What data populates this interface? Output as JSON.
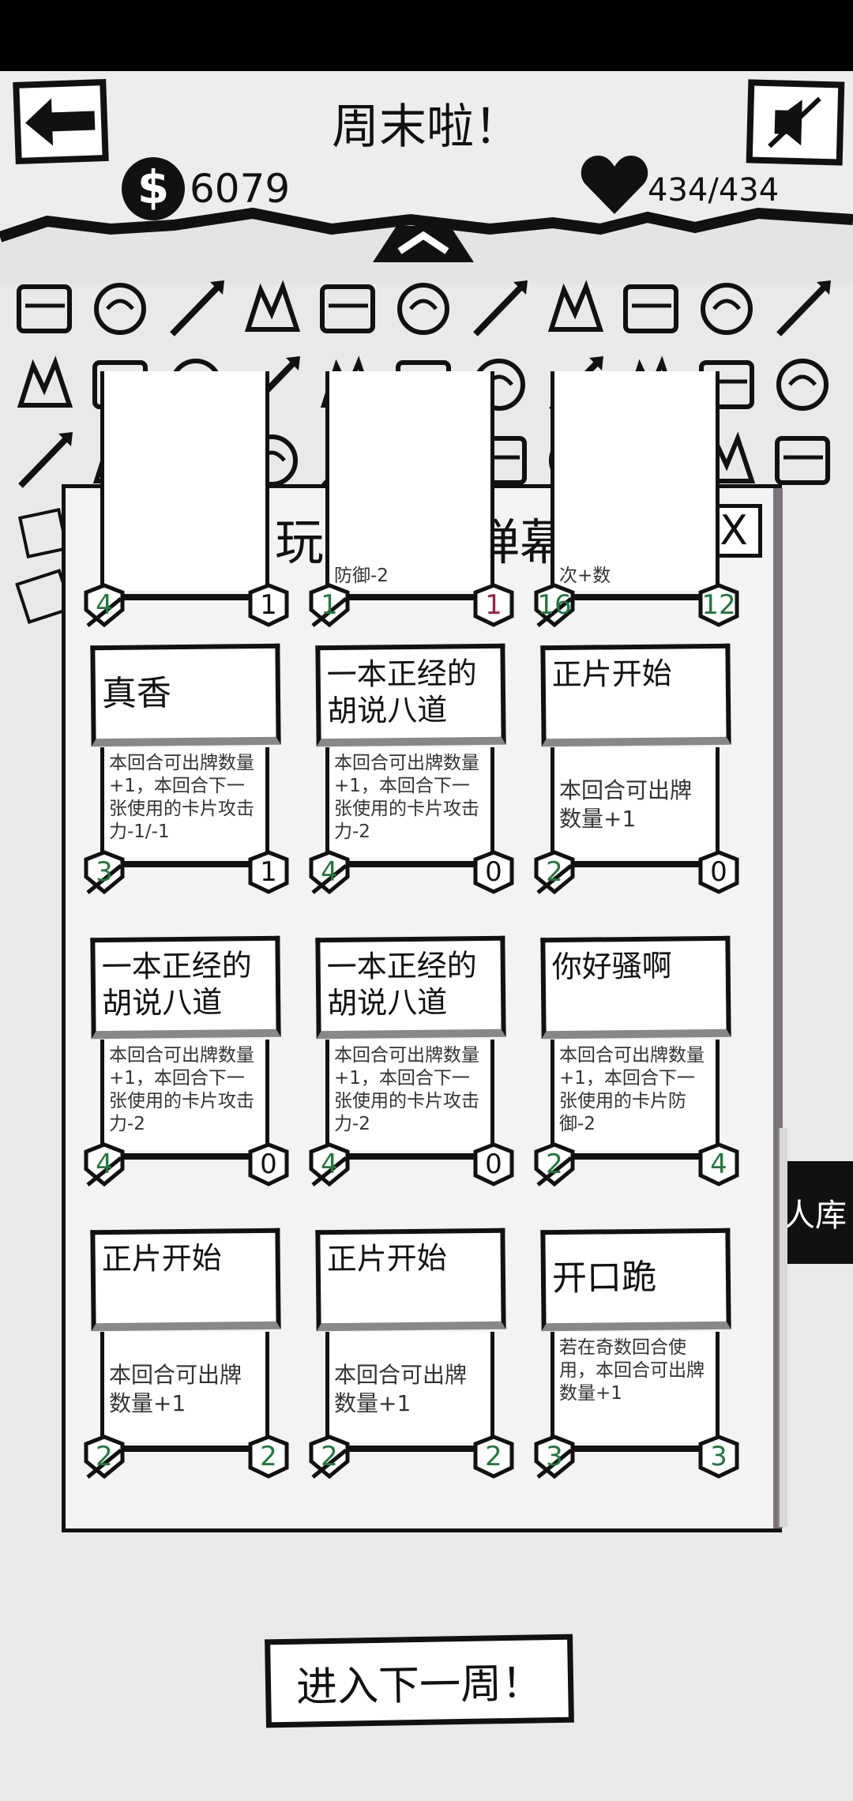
{
  "header": {
    "title": "周末啦！",
    "coins": "6079",
    "hp": "434/434"
  },
  "modal": {
    "title": "玩家拥有弹幕",
    "close_label": "X",
    "partial_row": [
      {
        "left": "4",
        "right": "1",
        "right_color": "black",
        "fragment": ""
      },
      {
        "left": "1",
        "right": "1",
        "right_color": "red",
        "fragment": "防御-2"
      },
      {
        "left": "16",
        "right": "12",
        "right_color": "green",
        "fragment": "次+数"
      }
    ],
    "cards": [
      {
        "name": "真香",
        "desc": "本回合可出牌数量+1，本回合下一张使用的卡片攻击力-1/-1",
        "left": "3",
        "right": "1",
        "right_color": "black"
      },
      {
        "name": "一本正经的胡说八道",
        "desc": "本回合可出牌数量+1，本回合下一张使用的卡片攻击力-2",
        "left": "4",
        "right": "0",
        "right_color": "black"
      },
      {
        "name": "正片开始",
        "desc": "本回合可出牌数量+1",
        "left": "2",
        "right": "0",
        "right_color": "black"
      },
      {
        "name": "一本正经的胡说八道",
        "desc": "本回合可出牌数量+1，本回合下一张使用的卡片攻击力-2",
        "left": "4",
        "right": "0",
        "right_color": "black"
      },
      {
        "name": "一本正经的胡说八道",
        "desc": "本回合可出牌数量+1，本回合下一张使用的卡片攻击力-2",
        "left": "4",
        "right": "0",
        "right_color": "black"
      },
      {
        "name": "你好骚啊",
        "desc": "本回合可出牌数量+1，本回合下一张使用的卡片防御-2",
        "left": "2",
        "right": "4",
        "right_color": "green"
      },
      {
        "name": "正片开始",
        "desc": "本回合可出牌数量+1",
        "left": "2",
        "right": "2",
        "right_color": "green"
      },
      {
        "name": "正片开始",
        "desc": "本回合可出牌数量+1",
        "left": "2",
        "right": "2",
        "right_color": "green"
      },
      {
        "name": "开口跪",
        "desc": "若在奇数回合使用，本回合可出牌数量+1",
        "left": "3",
        "right": "3",
        "right_color": "green"
      }
    ]
  },
  "background": {
    "side_button": "人库"
  },
  "footer": {
    "next_week_label": "进入下一周！"
  },
  "icons": [
    "snack-cart-icon",
    "vending-machine-icon",
    "kimono-icon",
    "bicycle-icon",
    "book-icon",
    "tire-icon",
    "sword-icon",
    "wing-left-icon",
    "wing-right-icon",
    "fish-icon",
    "knife-icon",
    "cup-icon",
    "bowl-icon",
    "skewer-icon",
    "helmet-icon",
    "scroll-icon",
    "hand-icon",
    "note-icon",
    "glasses-icon",
    "kite-icon",
    "rice-bowl-icon",
    "bamboo-icon",
    "dagger-icon",
    "gift-box-icon",
    "axe-icon",
    "shirt-icon",
    "bucket-icon",
    "vest-icon",
    "brush-icon",
    "pineapple-icon",
    "gun-icon",
    "cabinet-icon",
    "rabbit-icon"
  ]
}
